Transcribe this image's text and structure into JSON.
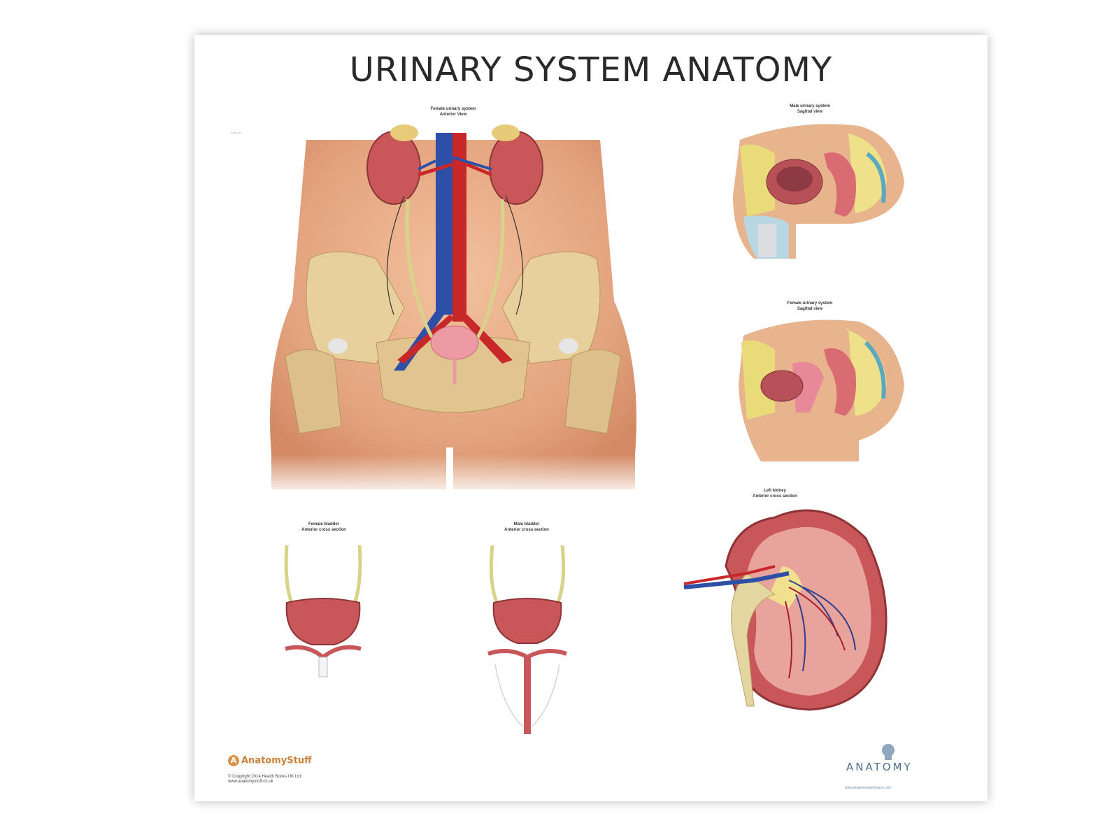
{
  "title": "URINARY SYSTEM ANATOMY",
  "panels": {
    "female_anterior": {
      "title": "Female urinary system",
      "subtitle": "Anterior View"
    },
    "male_sagittal": {
      "title": "Male urinary system",
      "subtitle": "Sagittal view"
    },
    "female_sagittal": {
      "title": "Female urinary system",
      "subtitle": "Sagittal view"
    },
    "left_kidney": {
      "title": "Left kidney",
      "subtitle": "Anterior cross section"
    },
    "female_bladder": {
      "title": "Female bladder",
      "subtitle": "Anterior cross section"
    },
    "male_bladder": {
      "title": "Male bladder",
      "subtitle": "Anterior cross section"
    }
  },
  "brand_left": {
    "name": "AnatomyStuff",
    "copyright": "© Copyright 2014 Health Books UK Ltd.",
    "url": "www.anatomystuff.co.uk"
  },
  "brand_right": {
    "name": "ANATOMY"
  },
  "colors": {
    "skin": "#e3a37e",
    "bone": "#e8d09c",
    "kidney": "#c9575a",
    "artery": "#c8282a",
    "vein": "#2d4fa8",
    "ureter": "#d8d38a",
    "title": "#2a2a2a"
  }
}
